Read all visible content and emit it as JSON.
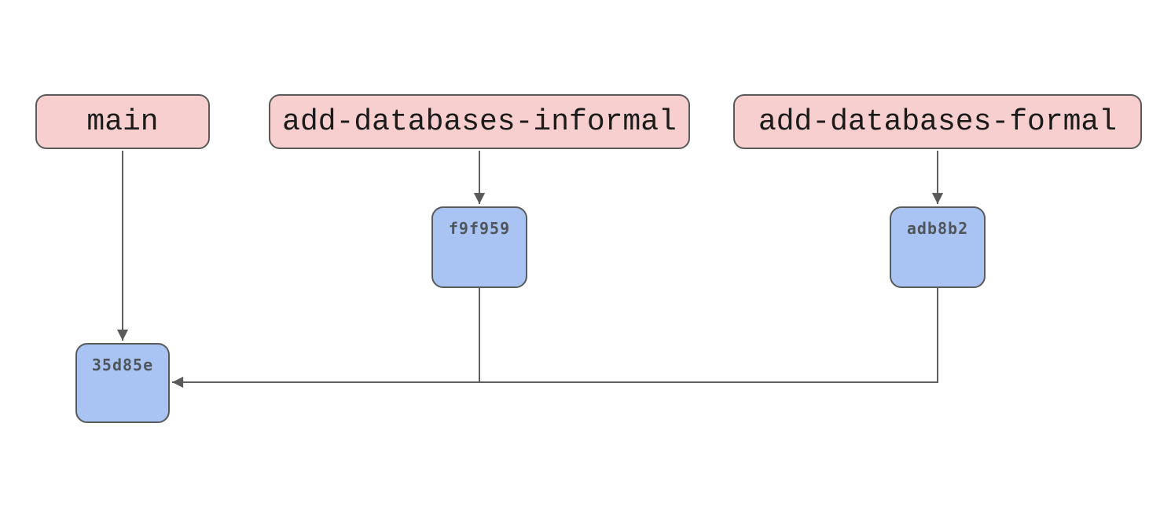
{
  "diagram": {
    "type": "git-branch-graph",
    "background_color": "#ffffff",
    "colors": {
      "branch_fill": "#f6cfce",
      "commit_fill": "#a9c3f2",
      "node_border": "#5a5a5a",
      "edge": "#606060",
      "branch_text": "#1b1b1b",
      "commit_text": "#4f555b"
    },
    "branches": [
      {
        "label": "main"
      },
      {
        "label": "add-databases-informal"
      },
      {
        "label": "add-databases-formal"
      }
    ],
    "commits": [
      {
        "label": "35d85e"
      },
      {
        "label": "f9f959"
      },
      {
        "label": "adb8b2"
      }
    ],
    "edges": [
      {
        "from": "main",
        "to": "35d85e",
        "arrow": true
      },
      {
        "from": "add-databases-informal",
        "to": "f9f959",
        "arrow": true
      },
      {
        "from": "add-databases-formal",
        "to": "adb8b2",
        "arrow": true
      },
      {
        "from": "f9f959",
        "to": "35d85e",
        "arrow": true
      },
      {
        "from": "adb8b2",
        "to": "35d85e",
        "arrow": true
      }
    ]
  }
}
